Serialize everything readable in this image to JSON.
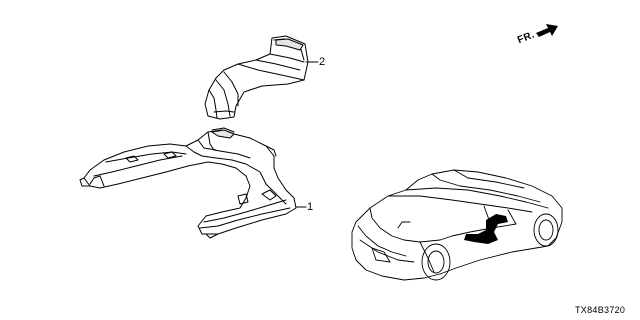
{
  "callouts": [
    {
      "id": "1",
      "label": "1"
    },
    {
      "id": "2",
      "label": "2"
    }
  ],
  "front_indicator": {
    "label": "FR.",
    "icon": "front-arrow-icon"
  },
  "diagram_code": "TX84B3720",
  "colors": {
    "line": "#000000",
    "background": "#ffffff",
    "part_fill": "#ffffff",
    "shade": "#e6e6e6",
    "duct_highlight": "#000000"
  }
}
